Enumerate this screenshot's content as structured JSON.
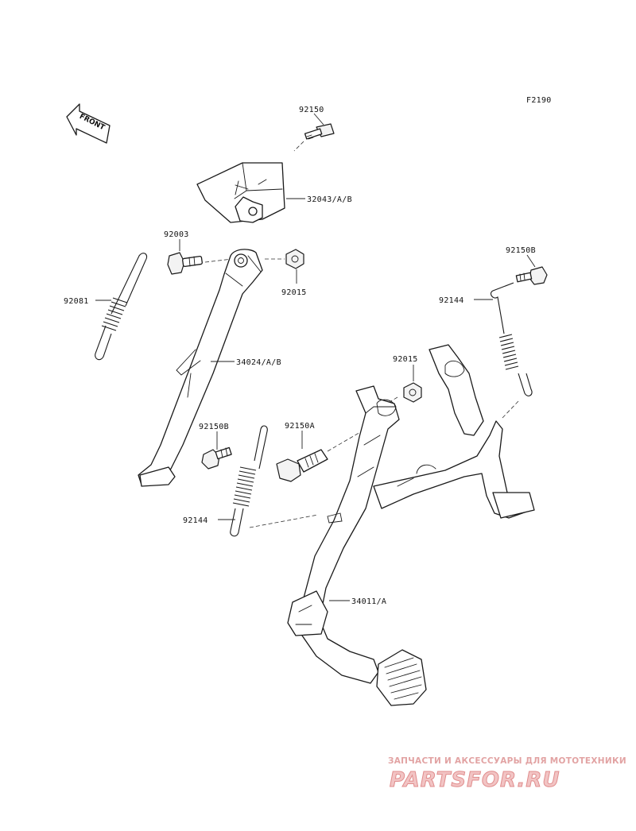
{
  "figure_code": "F2190",
  "front_arrow_text": "FRONT",
  "parts": {
    "p92150_top": "92150",
    "p32043": "32043/A/B",
    "p92003": "92003",
    "p92015_left": "92015",
    "p92081": "92081",
    "p34024": "34024/A/B",
    "p92150B_right": "92150B",
    "p92144_right": "92144",
    "p92015_center": "92015",
    "p92150B_left": "92150B",
    "p92150A": "92150A",
    "p92144_left": "92144",
    "p34011": "34011/A"
  },
  "watermark": {
    "subtitle": "ЗАПЧАСТИ И АКСЕССУАРЫ ДЛЯ МОТОТЕХНИКИ",
    "logo": "PARTSFOR.RU"
  }
}
